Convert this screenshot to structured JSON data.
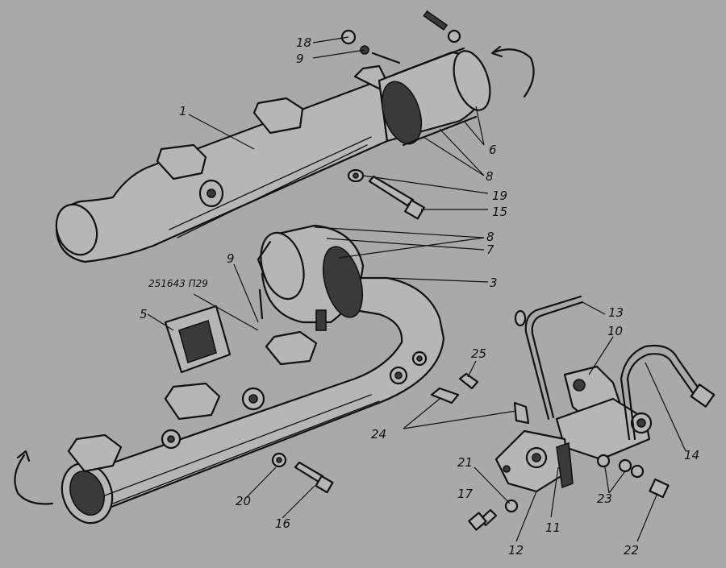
{
  "diagram": {
    "part_code": "251643 П29",
    "callouts": [
      "1",
      "3",
      "5",
      "6",
      "7",
      "8",
      "8",
      "9",
      "9",
      "10",
      "11",
      "12",
      "13",
      "14",
      "15",
      "16",
      "17",
      "18",
      "19",
      "20",
      "21",
      "22",
      "23",
      "24",
      "25"
    ]
  }
}
